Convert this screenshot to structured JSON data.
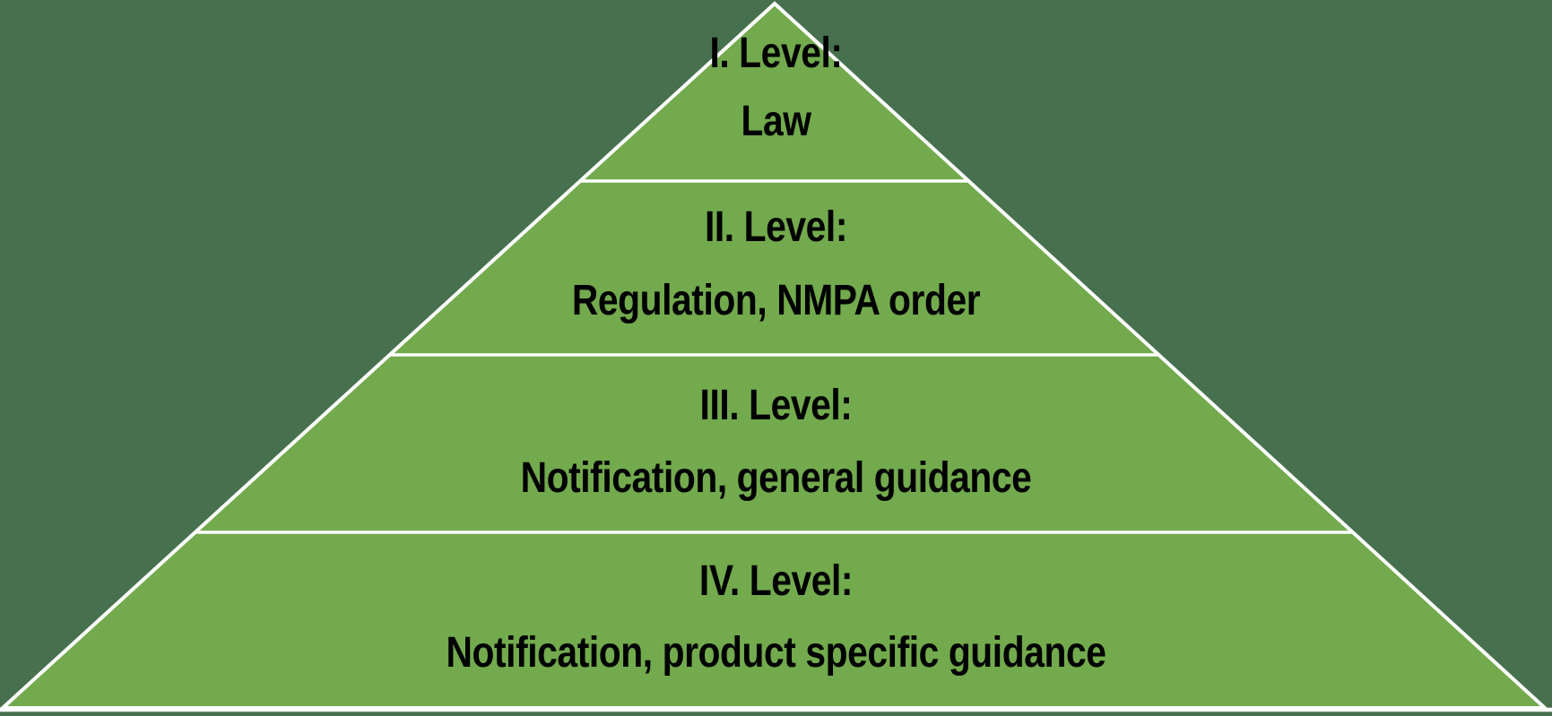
{
  "diagram": {
    "type": "pyramid-hierarchy",
    "levels": [
      {
        "heading": "I. Level:",
        "content": "Law"
      },
      {
        "heading": "II. Level:",
        "content": "Regulation, NMPA order"
      },
      {
        "heading": "III. Level:",
        "content": "Notification, general guidance"
      },
      {
        "heading": "IV. Level:",
        "content": "Notification, product specific guidance"
      }
    ]
  },
  "colors": {
    "pyramid_fill": "#72AA4D",
    "background": "#47714E",
    "line": "#FFFFFF",
    "text": "#000000"
  }
}
